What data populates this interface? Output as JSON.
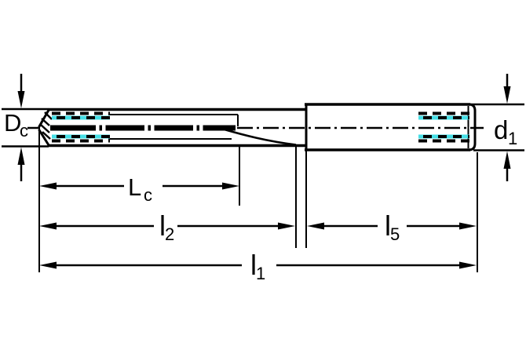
{
  "colors": {
    "line": "#000000",
    "background": "#ffffff",
    "carbide_highlight": "#45dfe6"
  },
  "labels": {
    "cutting_diameter": {
      "base": "D",
      "sub": "c"
    },
    "shank_diameter": {
      "base": "d",
      "sub": "1"
    },
    "cutting_length": {
      "base": "L",
      "sub": "c"
    },
    "flute_length": {
      "base": "l",
      "sub": "2"
    },
    "shank_length": {
      "base": "l",
      "sub": "5"
    },
    "overall_length": {
      "base": "l",
      "sub": "1"
    }
  }
}
